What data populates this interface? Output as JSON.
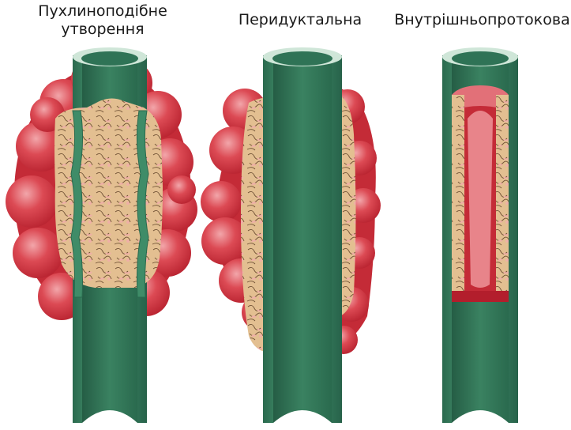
{
  "labels": {
    "mass_forming": {
      "line1": "Пухлиноподібне",
      "line2": "утворення"
    },
    "periductal": "Перидуктальна",
    "intraductal": "Внутрішньопротокова"
  },
  "colors": {
    "duct_dark": "#2f7356",
    "duct_mid": "#3f8c68",
    "duct_light": "#5aa683",
    "duct_rim": "#cfe6d8",
    "tumor_red": "#d23a45",
    "tumor_highlight": "#f0a0a4",
    "tissue_tan": "#e2bd8f",
    "tissue_pink": "#efb3a9",
    "tissue_line": "#7a5a3a"
  },
  "icons": [
    "duct-tube-illustration",
    "tumor-mass-illustration"
  ]
}
